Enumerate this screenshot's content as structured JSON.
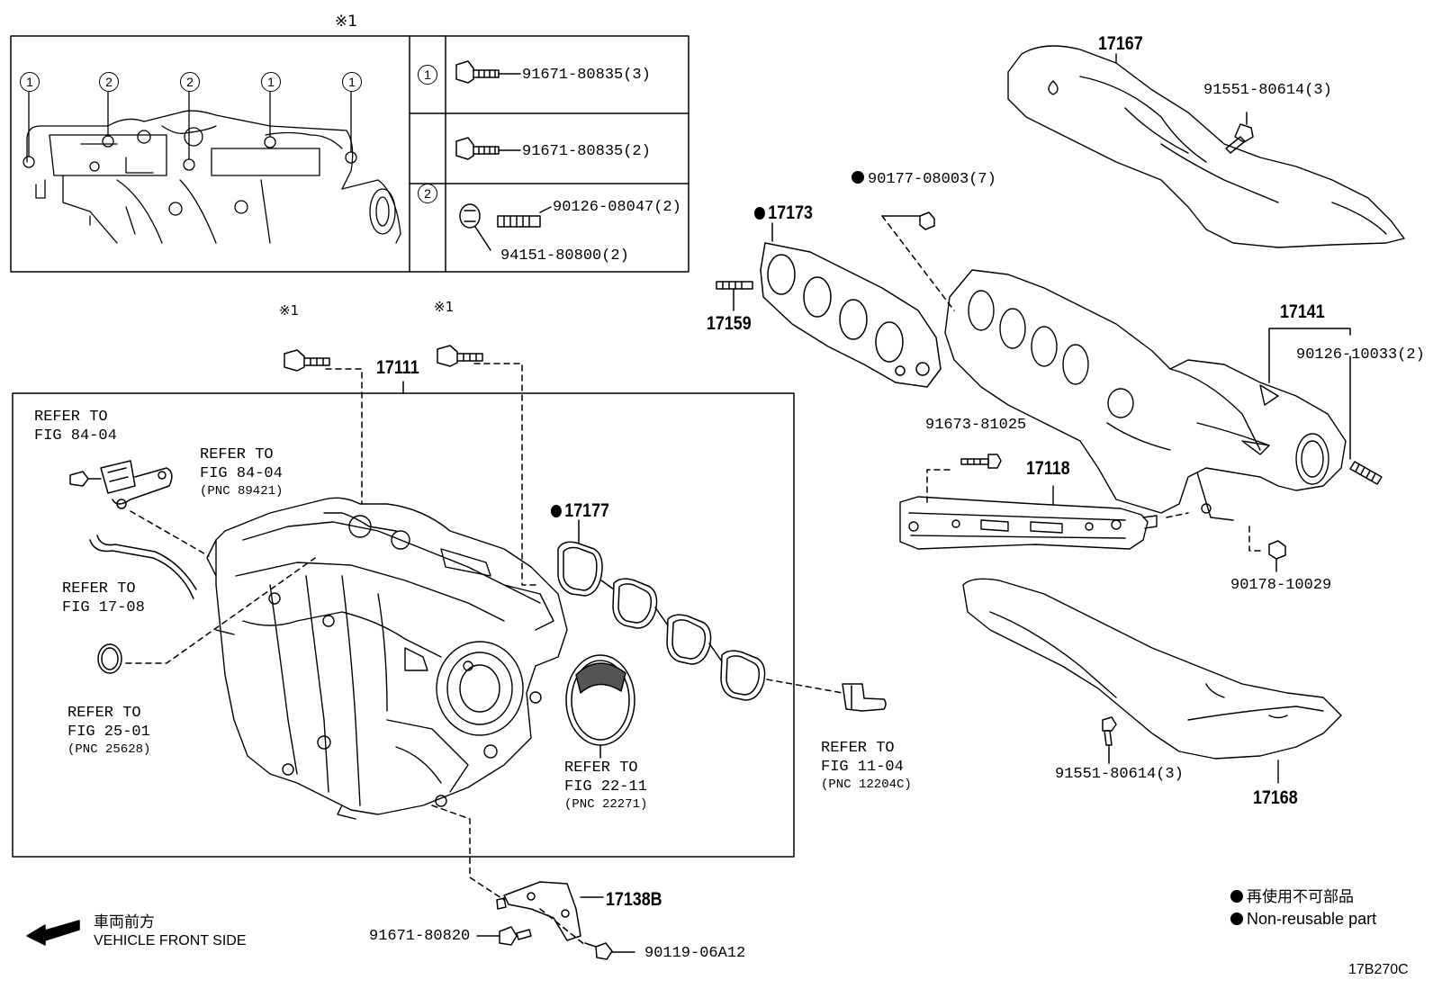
{
  "note_symbol": "※1",
  "inset": {
    "circle_1": "1",
    "circle_2": "2",
    "row1_bolt": "91671-80835(3)",
    "row2_bolt": "91671-80835(2)",
    "row2_stud": "90126-08047(2)",
    "row2_nut": "94151-80800(2)"
  },
  "labels": {
    "p17111": "17111",
    "p17177": "17177",
    "p17173": "17173",
    "p17159": "17159",
    "p17167": "17167",
    "p17141": "17141",
    "p17118": "17118",
    "p17168": "17168",
    "p17138b": "17138B",
    "b91551_top": "91551-80614(3)",
    "b90177": "90177-08003(7)",
    "b90126_10033": "90126-10033(2)",
    "b91673": "91673-81025",
    "b90178": "90178-10029",
    "b91551_bottom": "91551-80614(3)",
    "b91671_80820": "91671-80820",
    "b90119": "90119-06A12"
  },
  "refs": {
    "r1_a": "REFER TO",
    "r1_b": "FIG 84-04",
    "r2_a": "REFER TO",
    "r2_b": "FIG 84-04",
    "r2_c": "(PNC 89421)",
    "r3_a": "REFER TO",
    "r3_b": "FIG 17-08",
    "r4_a": "REFER TO",
    "r4_b": "FIG 25-01",
    "r4_c": "(PNC 25628)",
    "r5_a": "REFER TO",
    "r5_b": "FIG 22-11",
    "r5_c": "(PNC 22271)",
    "r6_a": "REFER TO",
    "r6_b": "FIG 11-04",
    "r6_c": "(PNC 12204C)"
  },
  "legend": {
    "japanese": "再使用不可部品",
    "english": "Non-reusable part"
  },
  "front": {
    "japanese": "車両前方",
    "english": "VEHICLE FRONT SIDE"
  },
  "code": "17B270C"
}
